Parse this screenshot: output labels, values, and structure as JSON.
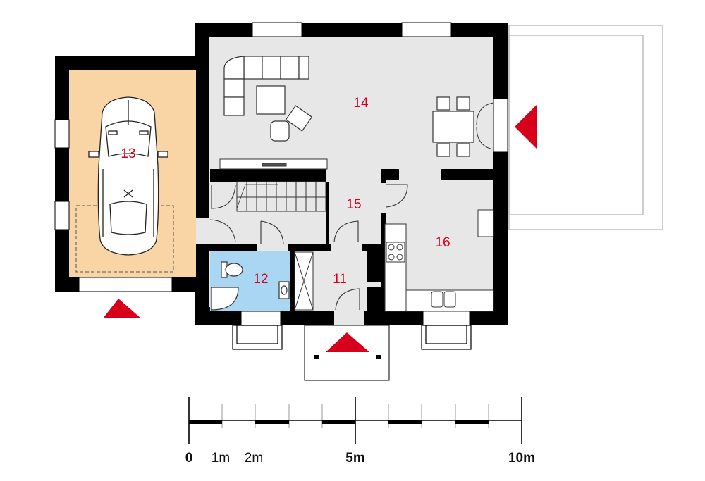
{
  "rooms": {
    "r11": "11",
    "r12": "12",
    "r13": "13",
    "r14": "14",
    "r15": "15",
    "r16": "16"
  },
  "scale_bar": {
    "l0": "0",
    "l1": "1m",
    "l2": "2m",
    "l5": "5m",
    "l10": "10m"
  },
  "colors": {
    "wall": "#000000",
    "garage_floor": "#f9d4a4",
    "bathroom_floor": "#a8d6f3",
    "floor": "#e7e7e7",
    "terrace_line": "#bdbdbd",
    "entrance_arrow": "#d6001c",
    "room_label": "#d6001c"
  },
  "icons": [
    "car-icon",
    "sofa-icon",
    "dining-table-icon",
    "stairs-icon",
    "toilet-icon",
    "shower-icon",
    "washbasin-icon",
    "kitchen-sink-icon",
    "stove-icon",
    "entrance-arrow-icon"
  ]
}
